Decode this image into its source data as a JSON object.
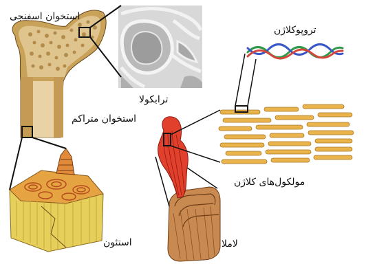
{
  "diagram": {
    "labels": {
      "spongy_bone": "استخوان اسفنجی",
      "trabecula": "ترابکولا",
      "compact_bone": "استخوان متراکم",
      "tropocollagen": "تروپوکلاژن",
      "collagen_molecules": "مولکول‌های کلاژن",
      "osteon": "استئون",
      "lamella": "لاملا"
    },
    "colors": {
      "bone_tan": "#c9a25a",
      "spongy_fill": "#d8b877",
      "bone_shaft": "#d2b27a",
      "fiber_orange": "#e9b44c",
      "fibril_red": "#e0402c",
      "helix_green": "#2f9a4a",
      "helix_blue": "#3a57c8",
      "helix_red": "#d6453a",
      "osteon_yellow": "#e7cf5c",
      "lamella_brown": "#b8713d",
      "line": "#111111"
    }
  }
}
